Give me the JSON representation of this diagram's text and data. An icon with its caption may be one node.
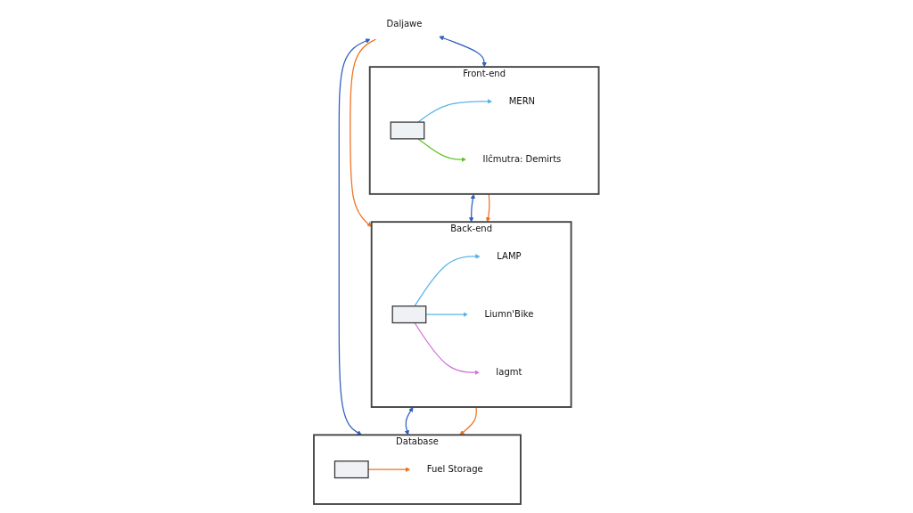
{
  "diagram": {
    "nodes": [
      {
        "text": [
          "Front-end"
        ]
      },
      {
        "text": [],
        "shape": "box",
        "in": 0
      },
      {
        "text": [
          "MERN"
        ],
        "in": 0
      },
      {
        "text": [
          "Ilĉmutra: Demirts"
        ],
        "in": 0
      },
      {
        "text": [
          "Back-end"
        ]
      },
      {
        "text": [],
        "shape": "box",
        "in": 4
      },
      {
        "text": [
          "LAMP"
        ],
        "in": 4
      },
      {
        "text": [
          "Liumn'Bike"
        ],
        "in": 4
      },
      {
        "text": [
          "Iagmt"
        ],
        "in": 4
      },
      {
        "text": [
          "Database"
        ]
      },
      {
        "text": [],
        "shape": "box",
        "in": 9
      },
      {
        "text": [
          "Fuel Storage"
        ],
        "in": 9
      },
      {
        "text": [
          "Daljawe"
        ]
      }
    ],
    "edges": [
      {
        "from": 12,
        "to": 0,
        "arrow": "both",
        "color": "#2f5fbf"
      },
      {
        "from": 12,
        "to": 9,
        "arrow": "both",
        "color": "#2f5fbf"
      },
      {
        "from": 12,
        "to": 4,
        "arrow": "to",
        "color": "#f07020"
      },
      {
        "from": 0,
        "to": 4,
        "arrow": "both",
        "color": "#2f5fbf"
      },
      {
        "from": 0,
        "to": 4,
        "arrow": "to",
        "color": "#f07020"
      },
      {
        "from": 4,
        "to": 9,
        "arrow": "both",
        "color": "#2f5fbf"
      },
      {
        "from": 4,
        "to": 9,
        "arrow": "to",
        "color": "#f07020"
      },
      {
        "from": 1,
        "to": 2,
        "arrow": "to",
        "color": "#5ab4e6"
      },
      {
        "from": 1,
        "to": 3,
        "arrow": "to",
        "color": "#5cc42a"
      },
      {
        "from": 5,
        "to": 6,
        "arrow": "to",
        "color": "#5ab4e6"
      },
      {
        "from": 5,
        "to": 7,
        "arrow": "to",
        "color": "#5ab4e6"
      },
      {
        "from": 5,
        "to": 8,
        "arrow": "to",
        "color": "#d070d8"
      },
      {
        "from": 10,
        "to": 11,
        "arrow": "to",
        "color": "#f07020"
      }
    ]
  }
}
